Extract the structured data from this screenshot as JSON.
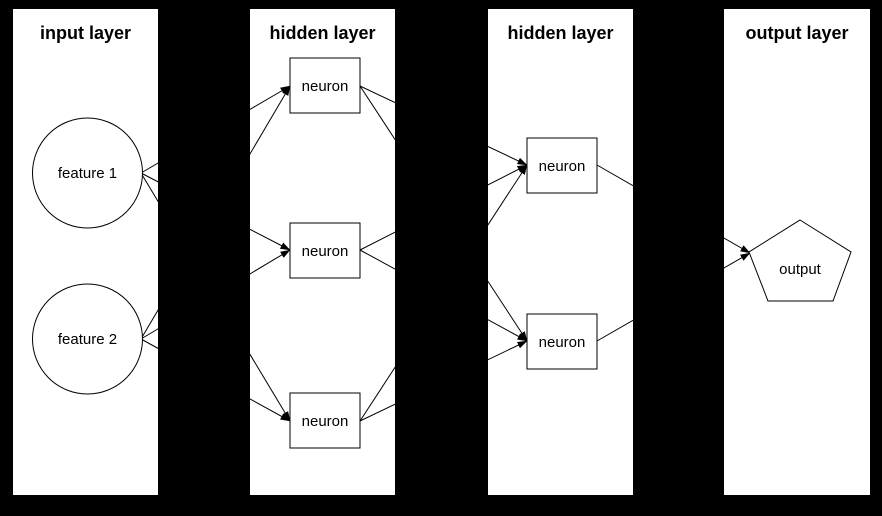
{
  "colors": {
    "background": "#000000",
    "panel": "#ffffff",
    "line": "#000000",
    "text": "#000000"
  },
  "layers": [
    {
      "title": "input layer"
    },
    {
      "title": "hidden layer"
    },
    {
      "title": "hidden layer"
    },
    {
      "title": "output layer"
    }
  ],
  "nodes": {
    "f1": {
      "label": "feature 1",
      "shape": "circle",
      "layer": 0
    },
    "f2": {
      "label": "feature 2",
      "shape": "circle",
      "layer": 0
    },
    "h1a": {
      "label": "neuron",
      "shape": "box",
      "layer": 1
    },
    "h1b": {
      "label": "neuron",
      "shape": "box",
      "layer": 1
    },
    "h1c": {
      "label": "neuron",
      "shape": "box",
      "layer": 1
    },
    "h2a": {
      "label": "neuron",
      "shape": "box",
      "layer": 2
    },
    "h2b": {
      "label": "neuron",
      "shape": "box",
      "layer": 2
    },
    "out": {
      "label": "output",
      "shape": "pentagon",
      "layer": 3
    }
  },
  "edges": [
    [
      "f1",
      "h1a"
    ],
    [
      "f1",
      "h1b"
    ],
    [
      "f1",
      "h1c"
    ],
    [
      "f2",
      "h1a"
    ],
    [
      "f2",
      "h1b"
    ],
    [
      "f2",
      "h1c"
    ],
    [
      "h1a",
      "h2a"
    ],
    [
      "h1a",
      "h2b"
    ],
    [
      "h1b",
      "h2a"
    ],
    [
      "h1b",
      "h2b"
    ],
    [
      "h1c",
      "h2a"
    ],
    [
      "h1c",
      "h2b"
    ],
    [
      "h2a",
      "out"
    ],
    [
      "h2b",
      "out"
    ]
  ]
}
